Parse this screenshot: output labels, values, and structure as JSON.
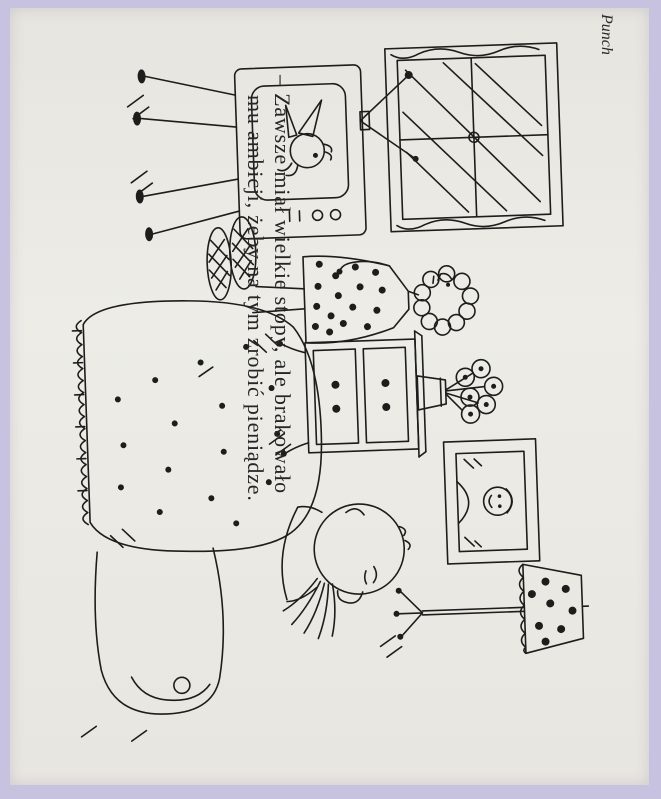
{
  "attribution": "Punch",
  "caption": {
    "line1": "– Zawsze miał wielkie stopy, ale brakowało",
    "line2": "mu ambicji, żeby na tym zrobić pieniądze."
  },
  "colors": {
    "frame": "#c6c2df",
    "paper": "#e9e7e1",
    "ink": "#1d1d1b"
  },
  "drawing": {
    "elements": [
      "window-with-curtains",
      "tv-set-on-splayed-legs",
      "grandmother-in-polka-dot-dress",
      "big-checkered-slippers",
      "sideboard-with-drawers",
      "flower-vase",
      "portrait-picture-frame",
      "tufted-armchair-with-mustached-man",
      "polka-dot-floor-lamp"
    ]
  }
}
